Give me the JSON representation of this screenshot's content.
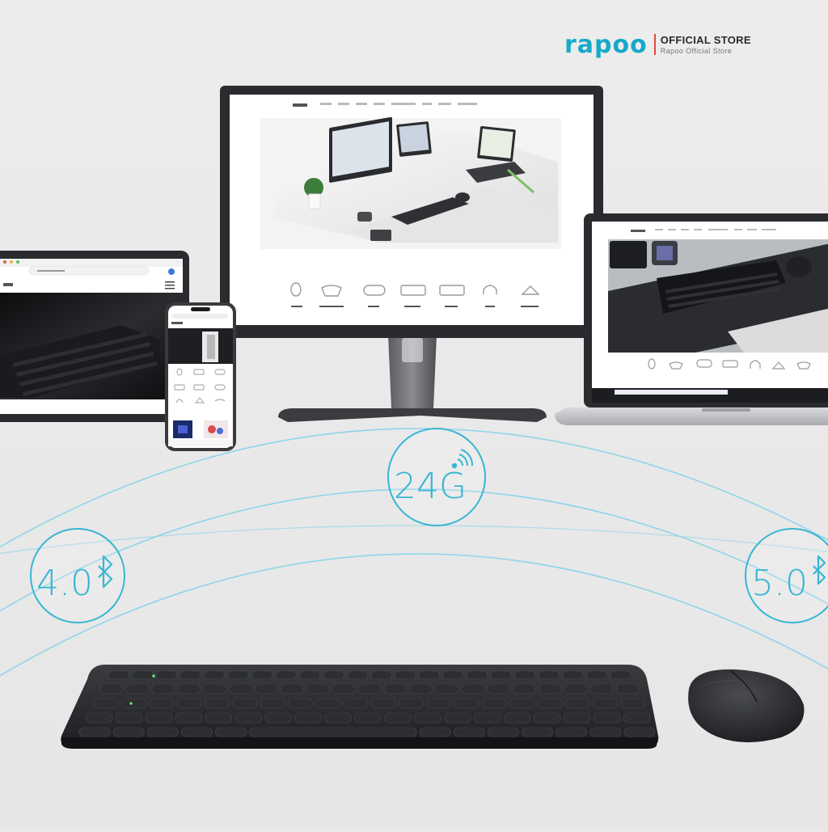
{
  "brand": {
    "logo": "rapoo",
    "title": "OFFICIAL STORE",
    "subtitle": "Rapoo Official Store",
    "accent_color": "#16a9c9",
    "divider_color": "#e3493b"
  },
  "connections": [
    {
      "label": "4.0",
      "icon": "bluetooth-icon"
    },
    {
      "label": "24G",
      "icon": "wifi-signal-icon"
    },
    {
      "label": "5.0",
      "icon": "bluetooth-icon"
    }
  ],
  "colors": {
    "background": "#e8e8e8",
    "wave": "#7fd0e6",
    "badge": "#2fb5d4",
    "device_dark": "#2b2d31"
  },
  "devices": [
    "tablet",
    "smartphone",
    "monitor",
    "laptop",
    "keyboard",
    "mouse"
  ]
}
